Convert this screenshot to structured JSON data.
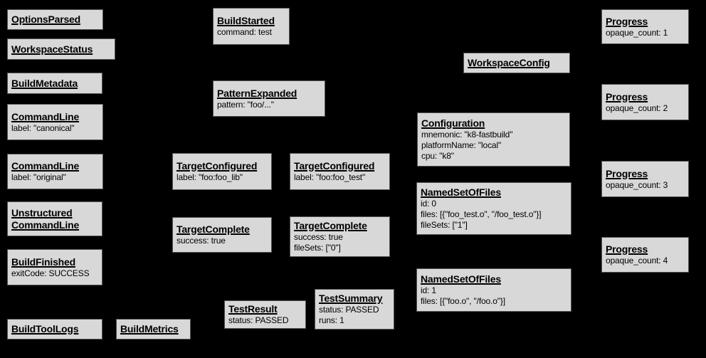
{
  "diagram": {
    "background_color": "#000000",
    "node_fill_color": "#d8d8d8",
    "node_border_color": "#545454",
    "node_text_color": "#000000",
    "nodes": [
      {
        "title": "OptionsParsed",
        "attrs": []
      },
      {
        "title": "WorkspaceStatus",
        "attrs": []
      },
      {
        "title": "BuildMetadata",
        "attrs": []
      },
      {
        "title": "CommandLine",
        "attrs": [
          "label: \"canonical\""
        ]
      },
      {
        "title": "CommandLine",
        "attrs": [
          "label: \"original\""
        ]
      },
      {
        "title": "Unstructured CommandLine",
        "attrs": []
      },
      {
        "title": "BuildFinished",
        "attrs": [
          "exitCode: SUCCESS"
        ]
      },
      {
        "title": "BuildToolLogs",
        "attrs": []
      },
      {
        "title": "BuildMetrics",
        "attrs": []
      },
      {
        "title": "BuildStarted",
        "attrs": [
          "command: test"
        ]
      },
      {
        "title": "PatternExpanded",
        "attrs": [
          "pattern: \"foo/...\""
        ]
      },
      {
        "title": "TargetConfigured",
        "attrs": [
          "label: \"foo:foo_lib\""
        ]
      },
      {
        "title": "TargetConfigured",
        "attrs": [
          "label: \"foo:foo_test\""
        ]
      },
      {
        "title": "TargetComplete",
        "attrs": [
          "success: true"
        ]
      },
      {
        "title": "TargetComplete",
        "attrs": [
          "success: true",
          "fileSets: [\"0\"]"
        ]
      },
      {
        "title": "TestResult",
        "attrs": [
          "status: PASSED"
        ]
      },
      {
        "title": "TestSummary",
        "attrs": [
          "status: PASSED",
          "runs: 1"
        ]
      },
      {
        "title": "WorkspaceConfig",
        "attrs": []
      },
      {
        "title": "Configuration",
        "attrs": [
          "mnemonic: \"k8-fastbuild\"",
          "platformName: \"local\"",
          "cpu: \"k8\""
        ]
      },
      {
        "title": "NamedSetOfFiles",
        "attrs": [
          "id: 0",
          "files: [{\"foo_test.o\", \"/foo_test.o\"}]",
          "fileSets: [\"1\"]"
        ]
      },
      {
        "title": "NamedSetOfFiles",
        "attrs": [
          "id: 1",
          "files: [{\"foo.o\", \"/foo.o\"}]"
        ]
      },
      {
        "title": "Progress",
        "attrs": [
          "opaque_count: 1"
        ]
      },
      {
        "title": "Progress",
        "attrs": [
          "opaque_count: 2"
        ]
      },
      {
        "title": "Progress",
        "attrs": [
          "opaque_count: 3"
        ]
      },
      {
        "title": "Progress",
        "attrs": [
          "opaque_count: 4"
        ]
      }
    ]
  }
}
